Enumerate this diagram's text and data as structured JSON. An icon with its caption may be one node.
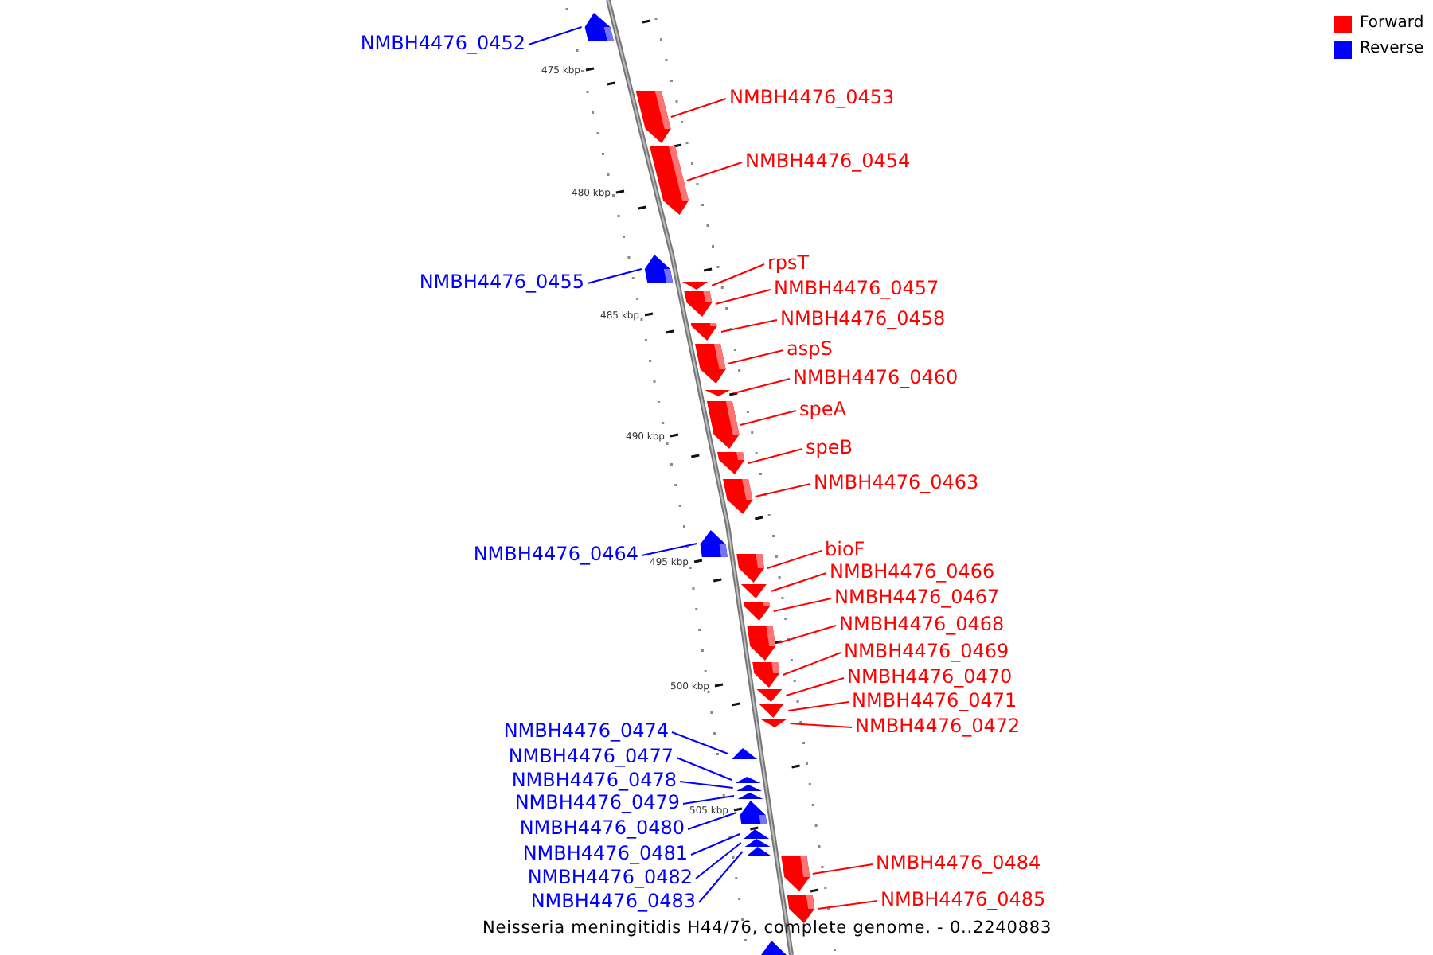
{
  "diagram": {
    "caption": "Neisseria meningitidis H44/76, complete genome. - 0..2240883",
    "nodes": [
      {
        "text": [
          "NMBH4476_0452"
        ]
      },
      {
        "text": [],
        "shape": "arrow"
      },
      {
        "text": [
          "NMBH4476_0453"
        ]
      },
      {
        "text": [],
        "shape": "arrow"
      },
      {
        "text": [
          "NMBH4476_0454"
        ]
      },
      {
        "text": [],
        "shape": "arrow"
      },
      {
        "text": [
          "NMBH4476_0455"
        ]
      },
      {
        "text": [],
        "shape": "arrow"
      },
      {
        "text": [
          "rpsT"
        ]
      },
      {
        "text": [],
        "shape": "arrow"
      },
      {
        "text": [
          "NMBH4476_0457"
        ]
      },
      {
        "text": [],
        "shape": "arrow"
      },
      {
        "text": [
          "NMBH4476_0458"
        ]
      },
      {
        "text": [],
        "shape": "arrow"
      },
      {
        "text": [
          "aspS"
        ]
      },
      {
        "text": [],
        "shape": "arrow"
      },
      {
        "text": [
          "NMBH4476_0460"
        ]
      },
      {
        "text": [],
        "shape": "arrow"
      },
      {
        "text": [
          "speA"
        ]
      },
      {
        "text": [],
        "shape": "arrow"
      },
      {
        "text": [
          "speB"
        ]
      },
      {
        "text": [],
        "shape": "arrow"
      },
      {
        "text": [
          "NMBH4476_0463"
        ]
      },
      {
        "text": [],
        "shape": "arrow"
      },
      {
        "text": [
          "NMBH4476_0464"
        ]
      },
      {
        "text": [],
        "shape": "arrow"
      },
      {
        "text": [
          "bioF"
        ]
      },
      {
        "text": [],
        "shape": "arrow"
      },
      {
        "text": [
          "NMBH4476_0466"
        ]
      },
      {
        "text": [],
        "shape": "arrow"
      },
      {
        "text": [
          "NMBH4476_0467"
        ]
      },
      {
        "text": [],
        "shape": "arrow"
      },
      {
        "text": [
          "NMBH4476_0468"
        ]
      },
      {
        "text": [],
        "shape": "arrow"
      },
      {
        "text": [
          "NMBH4476_0469"
        ]
      },
      {
        "text": [],
        "shape": "arrow"
      },
      {
        "text": [
          "NMBH4476_0470"
        ]
      },
      {
        "text": [],
        "shape": "arrow"
      },
      {
        "text": [
          "NMBH4476_0471"
        ]
      },
      {
        "text": [],
        "shape": "arrow"
      },
      {
        "text": [
          "NMBH4476_0472"
        ]
      },
      {
        "text": [],
        "shape": "arrow"
      },
      {
        "text": [
          "NMBH4476_0474"
        ]
      },
      {
        "text": [],
        "shape": "arrow"
      },
      {
        "text": [
          "NMBH4476_0477"
        ]
      },
      {
        "text": [],
        "shape": "arrow"
      },
      {
        "text": [
          "NMBH4476_0478"
        ]
      },
      {
        "text": [],
        "shape": "arrow"
      },
      {
        "text": [
          "NMBH4476_0479"
        ]
      },
      {
        "text": [],
        "shape": "arrow"
      },
      {
        "text": [
          "NMBH4476_0480"
        ]
      },
      {
        "text": [],
        "shape": "arrow"
      },
      {
        "text": [
          "NMBH4476_0481"
        ]
      },
      {
        "text": [],
        "shape": "arrow"
      },
      {
        "text": [
          "NMBH4476_0482"
        ]
      },
      {
        "text": [],
        "shape": "arrow"
      },
      {
        "text": [
          "NMBH4476_0483"
        ]
      },
      {
        "text": [],
        "shape": "arrow"
      },
      {
        "text": [
          "NMBH4476_0484"
        ]
      },
      {
        "text": [],
        "shape": "arrow"
      },
      {
        "text": [
          "NMBH4476_0485"
        ]
      },
      {
        "text": [],
        "shape": "arrow"
      },
      {
        "text": [],
        "shape": "arrow"
      }
    ],
    "edges": [
      {
        "from": 0,
        "to": 1,
        "arrow": "none",
        "color": "#0000ff"
      },
      {
        "from": 2,
        "to": 3,
        "arrow": "none"
      },
      {
        "from": 4,
        "to": 5,
        "arrow": "none"
      },
      {
        "from": 6,
        "to": 7,
        "arrow": "none",
        "color": "#0000ff"
      },
      {
        "from": 8,
        "to": 9,
        "arrow": "none"
      },
      {
        "from": 10,
        "to": 11,
        "arrow": "none"
      },
      {
        "from": 12,
        "to": 13,
        "arrow": "none"
      },
      {
        "from": 14,
        "to": 15,
        "arrow": "none"
      },
      {
        "from": 16,
        "to": 17,
        "arrow": "none"
      },
      {
        "from": 18,
        "to": 19,
        "arrow": "none"
      },
      {
        "from": 20,
        "to": 21,
        "arrow": "none"
      },
      {
        "from": 22,
        "to": 23,
        "arrow": "none"
      },
      {
        "from": 24,
        "to": 25,
        "arrow": "none",
        "color": "#0000ff"
      },
      {
        "from": 26,
        "to": 27,
        "arrow": "none"
      },
      {
        "from": 28,
        "to": 29,
        "arrow": "none"
      },
      {
        "from": 30,
        "to": 31,
        "arrow": "none"
      },
      {
        "from": 32,
        "to": 33,
        "arrow": "none"
      },
      {
        "from": 34,
        "to": 35,
        "arrow": "none"
      },
      {
        "from": 36,
        "to": 37,
        "arrow": "none"
      },
      {
        "from": 38,
        "to": 39,
        "arrow": "none"
      },
      {
        "from": 40,
        "to": 41,
        "arrow": "none"
      },
      {
        "from": 42,
        "to": 43,
        "arrow": "none",
        "color": "#0000ff"
      },
      {
        "from": 44,
        "to": 45,
        "arrow": "none",
        "color": "#0000ff"
      },
      {
        "from": 46,
        "to": 47,
        "arrow": "none",
        "color": "#0000ff"
      },
      {
        "from": 48,
        "to": 49,
        "arrow": "none",
        "color": "#0000ff"
      },
      {
        "from": 50,
        "to": 51,
        "arrow": "none",
        "color": "#0000ff"
      },
      {
        "from": 52,
        "to": 53,
        "arrow": "none",
        "color": "#0000ff"
      },
      {
        "from": 54,
        "to": 55,
        "arrow": "none",
        "color": "#0000ff"
      },
      {
        "from": 56,
        "to": 57,
        "arrow": "none",
        "color": "#0000ff"
      },
      {
        "from": 58,
        "to": 59,
        "arrow": "none"
      },
      {
        "from": 60,
        "to": 61,
        "arrow": "none"
      }
    ],
    "labels": [
      "475 kbp",
      "480 kbp",
      "485 kbp",
      "490 kbp",
      "495 kbp",
      "500 kbp",
      "505 kbp"
    ],
    "legend": [
      {
        "text": "Forward",
        "color": "#ff0000"
      },
      {
        "text": "Reverse",
        "color": "#0000ff"
      }
    ]
  }
}
